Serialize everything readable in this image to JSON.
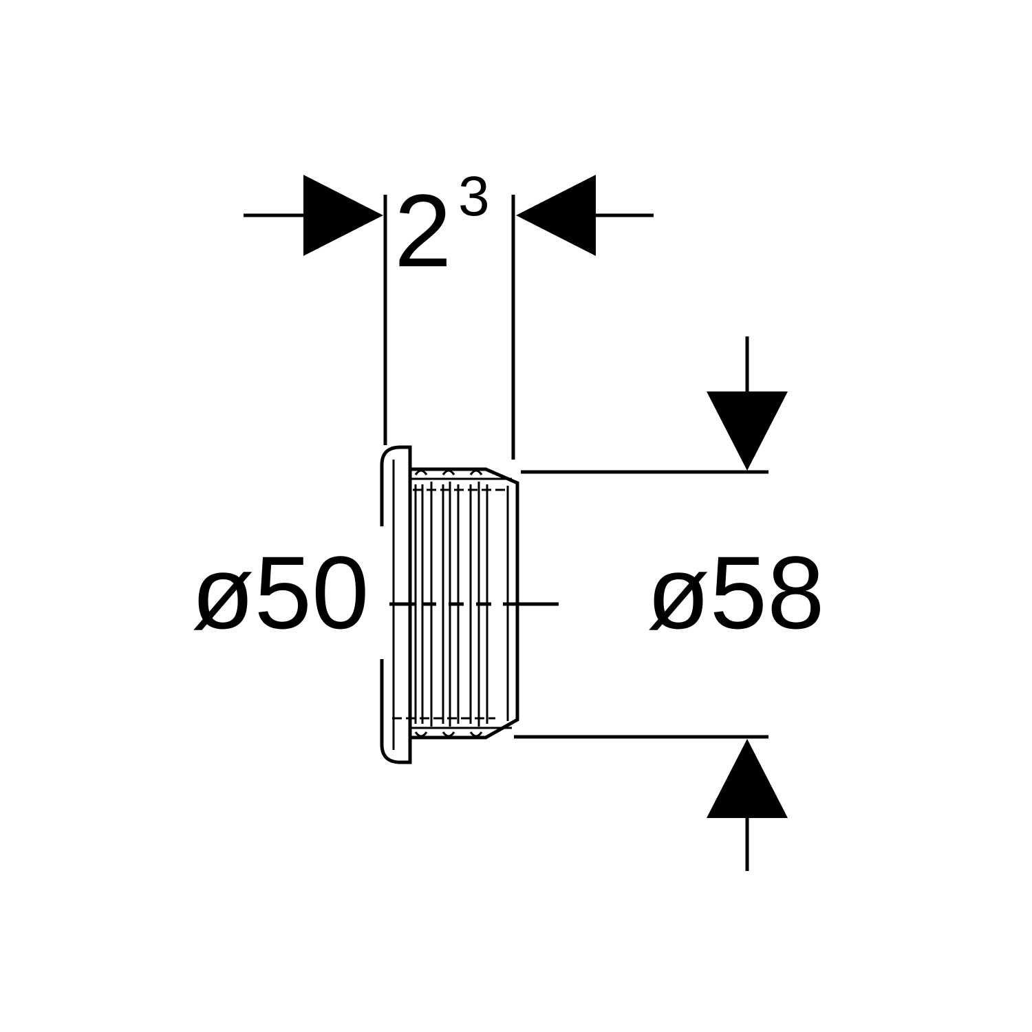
{
  "dimensions": {
    "width_label": {
      "base": "2",
      "superscript": "3"
    },
    "inner_diameter": "ø50",
    "outer_diameter": "ø58"
  },
  "colors": {
    "line": "#000000",
    "background": "#ffffff"
  }
}
